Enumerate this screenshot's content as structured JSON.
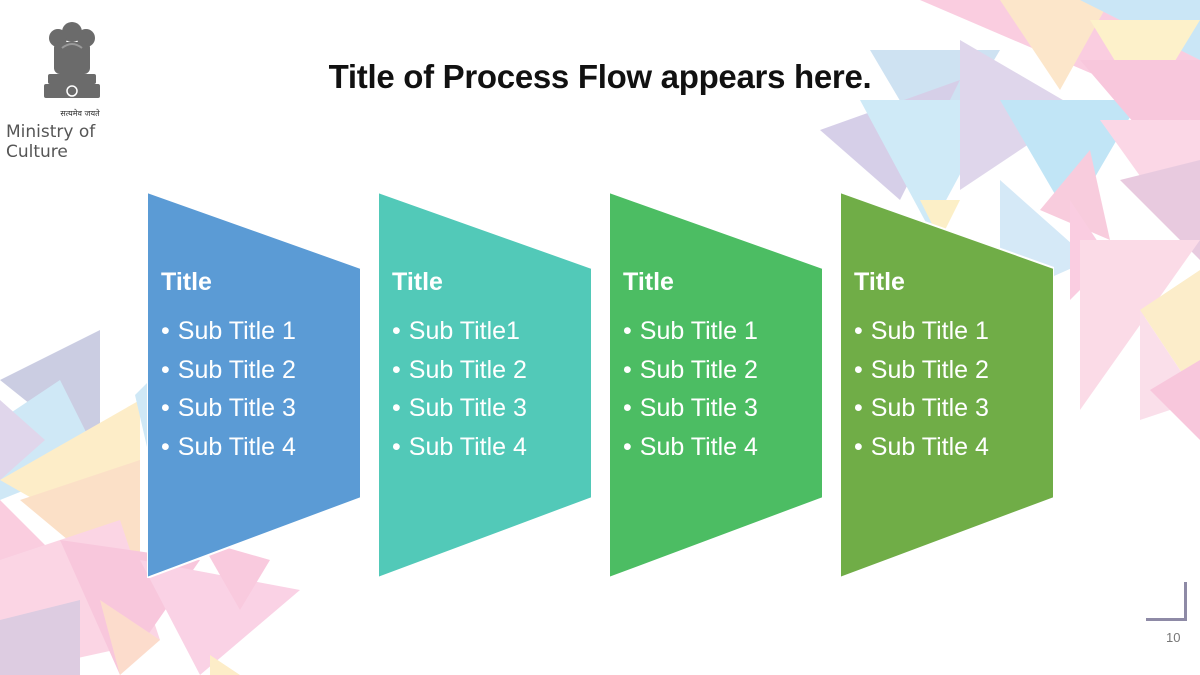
{
  "header": {
    "motto": "सत्यमेव जयते",
    "ministry": "Ministry of Culture"
  },
  "title": "Title of Process Flow appears here.",
  "steps": [
    {
      "title": "Title",
      "color": "#5b9bd5",
      "items": [
        "Sub Title 1",
        "Sub Title 2",
        "Sub Title 3",
        "Sub Title 4"
      ]
    },
    {
      "title": "Title",
      "color": "#52c9b8",
      "items": [
        "Sub Title1",
        "Sub Title 2",
        "Sub Title 3",
        "Sub Title 4"
      ]
    },
    {
      "title": "Title",
      "color": "#4cbd63",
      "items": [
        "Sub Title 1",
        "Sub Title 2",
        "Sub Title 3",
        "Sub Title 4"
      ]
    },
    {
      "title": "Title",
      "color": "#70ad47",
      "items": [
        "Sub Title 1",
        "Sub Title 2",
        "Sub Title 3",
        "Sub Title 4"
      ]
    }
  ],
  "page_number": "10"
}
